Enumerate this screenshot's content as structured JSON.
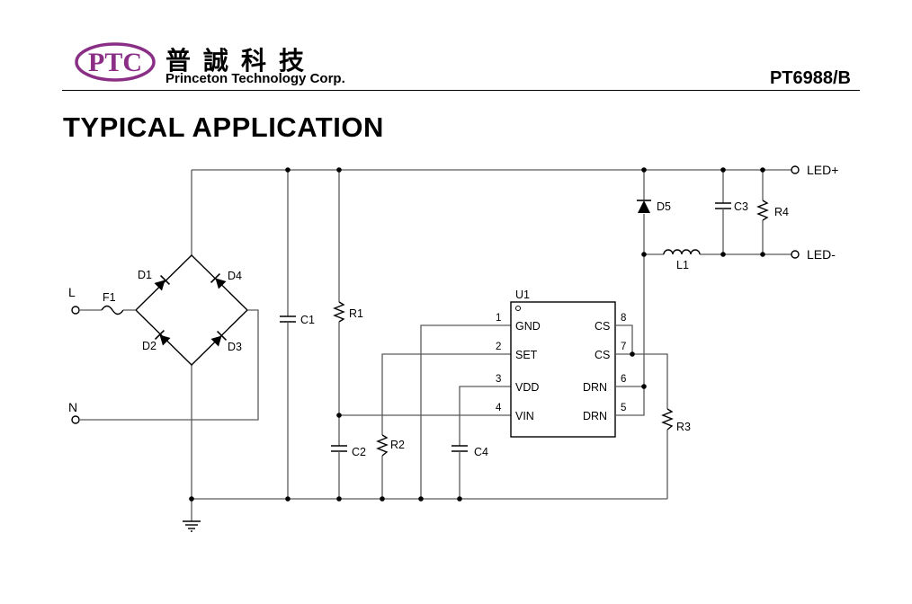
{
  "header": {
    "logo_text": "PTC",
    "company_cn": "普誠科技",
    "company_en": "Princeton Technology Corp.",
    "part_number": "PT6988/B"
  },
  "section_title": "TYPICAL APPLICATION",
  "schematic": {
    "inputs": {
      "line": "L",
      "neutral": "N"
    },
    "outputs": {
      "led_plus": "LED+",
      "led_minus": "LED-"
    },
    "components": {
      "fuse": "F1",
      "diodes": [
        "D1",
        "D2",
        "D3",
        "D4",
        "D5"
      ],
      "capacitors": [
        "C1",
        "C2",
        "C3",
        "C4"
      ],
      "resistors": [
        "R1",
        "R2",
        "R3",
        "R4"
      ],
      "inductor": "L1",
      "ic": "U1"
    },
    "ic_pins": [
      {
        "num": "1",
        "name": "GND"
      },
      {
        "num": "2",
        "name": "SET"
      },
      {
        "num": "3",
        "name": "VDD"
      },
      {
        "num": "4",
        "name": "VIN"
      },
      {
        "num": "8",
        "name": "CS"
      },
      {
        "num": "7",
        "name": "CS"
      },
      {
        "num": "6",
        "name": "DRN"
      },
      {
        "num": "5",
        "name": "DRN"
      }
    ]
  }
}
